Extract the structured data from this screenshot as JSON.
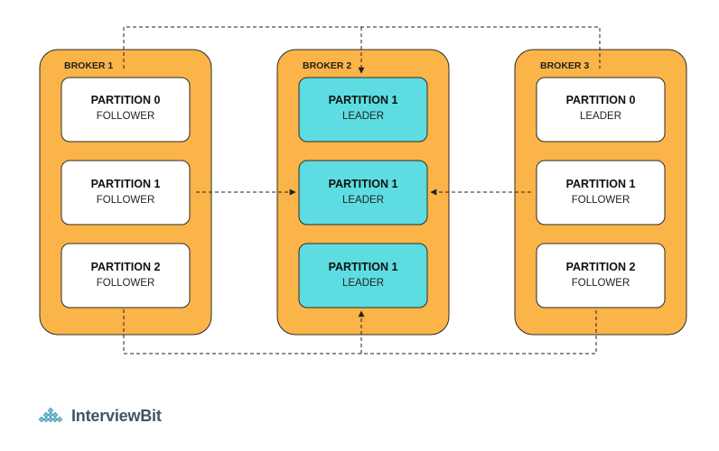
{
  "brokers": [
    {
      "label": "BROKER 1",
      "partitions": [
        {
          "title": "PARTITION 0",
          "role": "FOLLOWER"
        },
        {
          "title": "PARTITION 1",
          "role": "FOLLOWER"
        },
        {
          "title": "PARTITION 2",
          "role": "FOLLOWER"
        }
      ]
    },
    {
      "label": "BROKER 2",
      "partitions": [
        {
          "title": "PARTITION 1",
          "role": "LEADER"
        },
        {
          "title": "PARTITION 1",
          "role": "LEADER"
        },
        {
          "title": "PARTITION 1",
          "role": "LEADER"
        }
      ]
    },
    {
      "label": "BROKER 3",
      "partitions": [
        {
          "title": "PARTITION 0",
          "role": "LEADER"
        },
        {
          "title": "PARTITION 1",
          "role": "FOLLOWER"
        },
        {
          "title": "PARTITION 2",
          "role": "FOLLOWER"
        }
      ]
    }
  ],
  "colors": {
    "broker_fill": "#FBB447",
    "broker_stroke": "#2b2b2b",
    "leader_fill": "#5DDDE1",
    "follower_fill": "#FFFFFF",
    "connector": "#222222",
    "logo_text": "#3F5566"
  },
  "logo": {
    "text": "InterviewBit",
    "icon": "interviewbit-logo-icon"
  }
}
